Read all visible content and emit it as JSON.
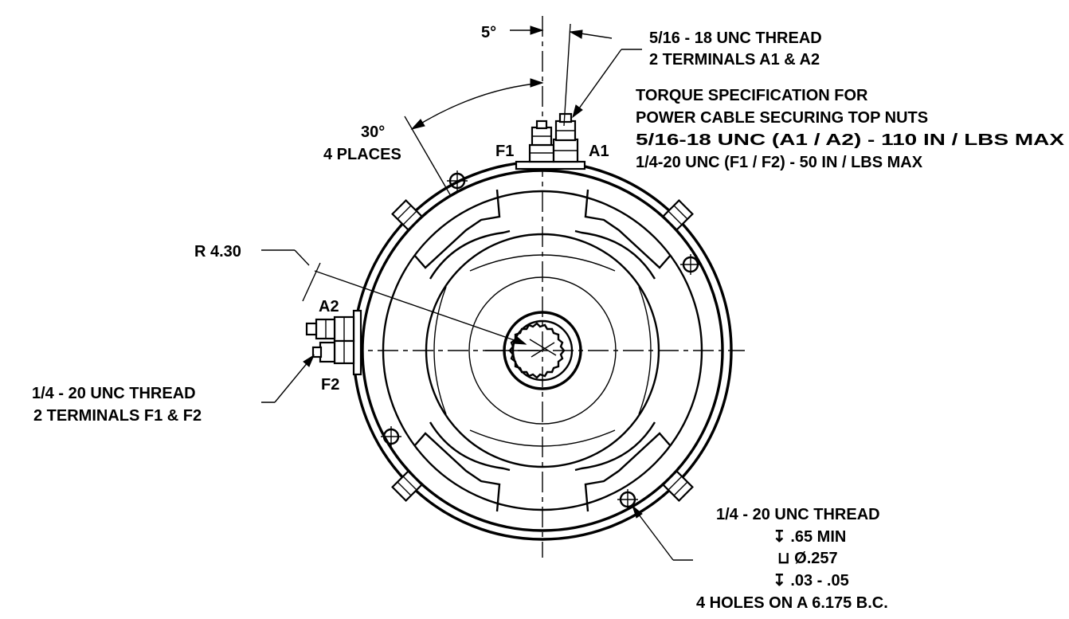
{
  "labels": {
    "angle_5": "5°",
    "angle_30": "30°",
    "four_places": "4 PLACES",
    "f1": "F1",
    "a1": "A1",
    "a2": "A2",
    "f2": "F2",
    "radius": "R 4.30",
    "thread_a_line1": "5/16 - 18 UNC THREAD",
    "thread_a_line2": "2 TERMINALS A1 & A2",
    "torque_line1": "TORQUE SPECIFICATION FOR",
    "torque_line2": "POWER CABLE SECURING TOP NUTS",
    "torque_line3": "5/16-18 UNC (A1 / A2)  - 110 IN / LBS MAX",
    "torque_line4": "1/4-20 UNC (F1 / F2) - 50 IN / LBS MAX",
    "thread_f_line1": "1/4 - 20 UNC THREAD",
    "thread_f_line2": "2 TERMINALS F1 & F2",
    "hole_line1": "1/4 - 20 UNC THREAD",
    "hole_line2": "↧ .65 MIN",
    "hole_line3": "⊔ Ø.257",
    "hole_line4": "↧ .03 - .05",
    "hole_line5": "4 HOLES ON A 6.175 B.C."
  }
}
